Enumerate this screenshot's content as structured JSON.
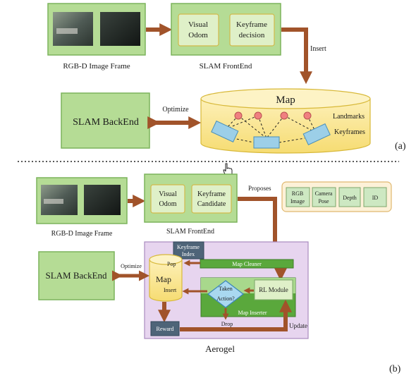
{
  "panel_a": {
    "rgbd_label": "RGB-D Image Frame",
    "frontend_label": "SLAM FrontEnd",
    "visual_odom": [
      "Visual",
      "Odom"
    ],
    "keyframe_decision": [
      "Keyframe",
      "decision"
    ],
    "insert_label": "Insert",
    "backend_label": "SLAM BackEnd",
    "optimize_label": "Optimize",
    "map_label": "Map",
    "landmarks_label": "Landmarks",
    "keyframes_label": "Keyframes",
    "panel_tag": "(a)"
  },
  "panel_b": {
    "rgbd_label": "RGB-D Image Frame",
    "frontend_label": "SLAM FrontEnd",
    "visual_odom": [
      "Visual",
      "Odom"
    ],
    "keyframe_candidate": [
      "Keyframe",
      "Candidate"
    ],
    "proposes_label": "Proposes",
    "attrs": [
      [
        "RGB",
        "Image"
      ],
      [
        "Camera",
        "Pose"
      ],
      [
        "Depth"
      ],
      [
        "ID"
      ]
    ],
    "keyframe_index": [
      "Keyframe",
      "Index"
    ],
    "map_cleaner_label": "Map Cleaner",
    "pop_label": "Pop",
    "map_label": "Map",
    "insert_label": "Insert",
    "taken_action": [
      "Taken",
      "Action?"
    ],
    "rl_module_label": "RL Module",
    "map_inserter_label": "Map Inserter",
    "drop_label": "Drop",
    "reward_label": "Reward",
    "update_label": "Update",
    "backend_label": "SLAM BackEnd",
    "optimize_label": "Optimize",
    "aerogel_label": "Aerogel",
    "panel_tag": "(b)"
  },
  "colors": {
    "arrow": "#a1532a",
    "green_box": "#b5dc95",
    "map_cylinder": "#fbe691",
    "keyframe_box": "#9ccfe8",
    "landmark": "#f08080",
    "aerogel_bg": "#e7d5ef",
    "slate_box": "#4e6478"
  }
}
